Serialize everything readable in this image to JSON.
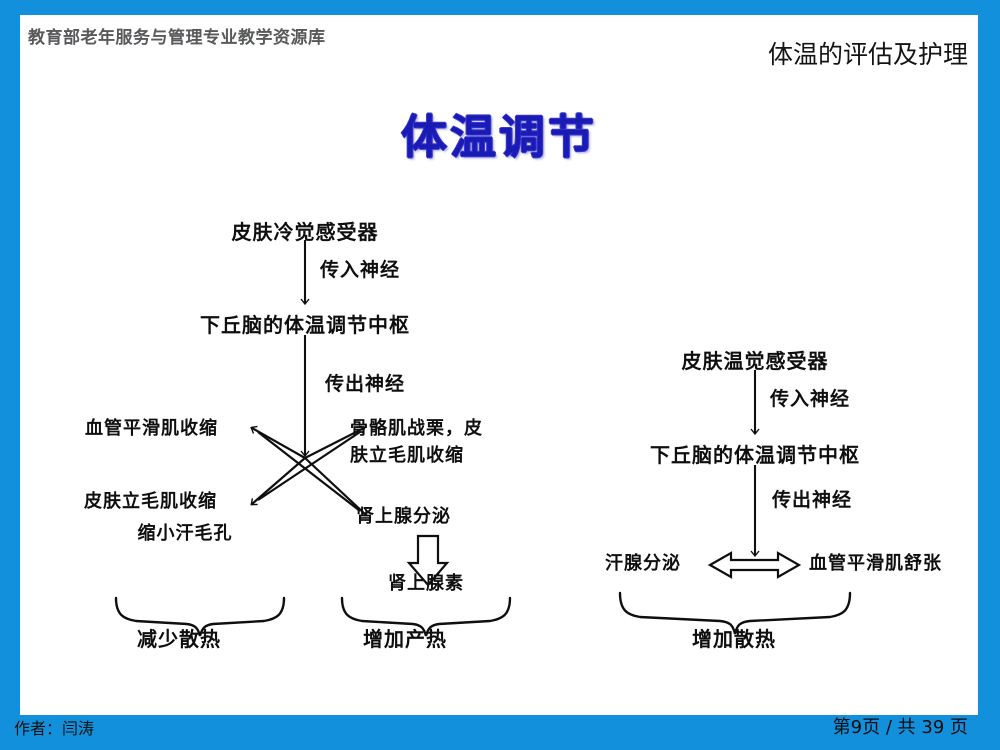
{
  "theme": {
    "frame_color": "#1290dc",
    "panel_color": "#ffffff",
    "title_color": "#1a1ab4",
    "header_left_color": "#58595b",
    "ink_color": "#100f0f"
  },
  "header": {
    "left_title": "教育部老年服务与管理专业教学资源库",
    "right_title": "体温的评估及护理"
  },
  "slide": {
    "title": "体温调节"
  },
  "diagram": {
    "cold_branch": {
      "receptor": "皮肤冷觉感受器",
      "afferent_label": "传入神经",
      "center": "下丘脑的体温调节中枢",
      "efferent_label": "传出神经",
      "effectors": {
        "top_left": "血管平滑肌收缩",
        "top_right_line1": "骨骼肌战栗，皮",
        "top_right_line2": "肤立毛肌收缩",
        "bottom_left_line1": "皮肤立毛肌收缩",
        "bottom_left_line2": "缩小汗毛孔",
        "bottom_right": "肾上腺分泌",
        "bottom_right_result": "肾上腺素"
      },
      "outcomes": {
        "left": "减少散热",
        "right": "增加产热"
      }
    },
    "warm_branch": {
      "receptor": "皮肤温觉感受器",
      "afferent_label": "传入神经",
      "center": "下丘脑的体温调节中枢",
      "efferent_label": "传出神经",
      "effectors": {
        "left": "汗腺分泌",
        "right": "血管平滑肌舒张"
      },
      "outcome": "增加散热"
    }
  },
  "footer": {
    "author": "作者：闫涛",
    "page_indicator": "第9页 / 共 39 页"
  }
}
